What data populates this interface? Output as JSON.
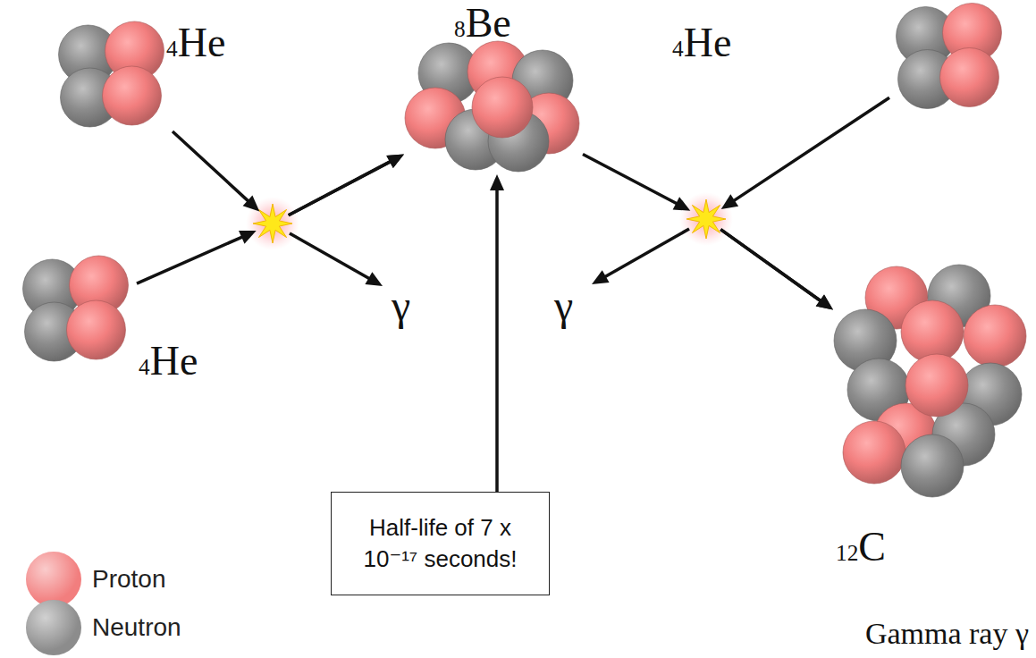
{
  "diagram": {
    "nodes": [
      {
        "text": [
          "4He"
        ]
      },
      {
        "text": [
          "4He"
        ]
      },
      {
        "text": [
          "8Be"
        ]
      },
      {
        "text": [
          "4He"
        ]
      },
      {
        "text": [
          "12C"
        ]
      },
      {
        "text": [
          "Half-life of 7 x 10⁻¹⁷ seconds!"
        ]
      }
    ],
    "edges": [
      {
        "from": 0,
        "to": 2,
        "arrow": "to"
      },
      {
        "from": 1,
        "to": 2,
        "arrow": "to"
      },
      {
        "from": 2,
        "to": 4,
        "arrow": "to"
      },
      {
        "from": 3,
        "to": 4,
        "arrow": "to"
      },
      {
        "from": 5,
        "to": 2,
        "arrow": "to"
      }
    ],
    "labels": [
      "γ",
      "γ",
      "Gamma ray γ"
    ],
    "legend": [
      {
        "text": "Proton",
        "color": "#f27e7e"
      },
      {
        "text": "Neutron",
        "color": "#8c8c8c"
      }
    ]
  }
}
